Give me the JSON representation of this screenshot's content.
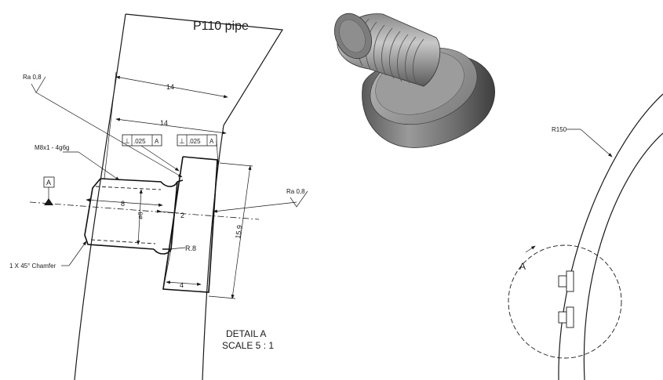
{
  "title": "P110 pipe",
  "detail": {
    "name": "DETAIL A",
    "scale": "SCALE 5 : 1"
  },
  "datum": "A",
  "view_label": "A",
  "dimensions": {
    "top_width": "14",
    "mid_width": "14",
    "thread_length": "8",
    "diameter": "ø8",
    "groove": "2",
    "radius": "R.8",
    "flange_thickness": "4",
    "flange_height": "15.9",
    "arc_radius": "R150"
  },
  "annotations": {
    "roughness_top": "Ra 0,8",
    "roughness_right": "Ra 0,8",
    "thread": "M8x1 - 4g6g",
    "chamfer": "1 X 45° Chamfer"
  },
  "tolerances": [
    {
      "symbol": "⊥",
      "value": ".025",
      "datum": "A"
    },
    {
      "symbol": "⊥",
      "value": ".025",
      "datum": "A"
    }
  ]
}
